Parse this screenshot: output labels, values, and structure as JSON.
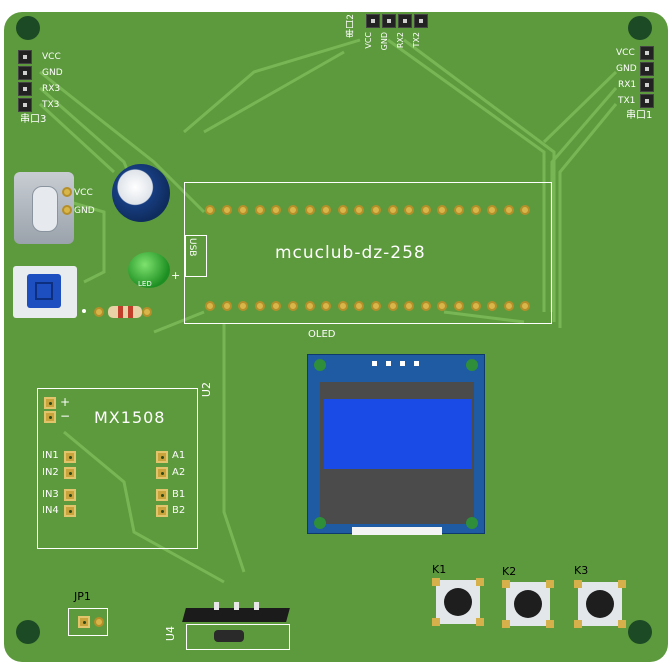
{
  "board": {
    "mcu_label": "mcuclub-dz-258",
    "usb_label": "USB",
    "plus_label": "+",
    "oled_label": "OLED",
    "u2_label": "U2",
    "u4_label": "U4",
    "jp1_label": "JP1",
    "led_label": "LED"
  },
  "uart3": {
    "name": "串口3",
    "pins": [
      "VCC",
      "GND",
      "RX3",
      "TX3"
    ]
  },
  "uart2": {
    "name": "串口2",
    "pins": [
      "VCC",
      "GND",
      "RX2",
      "TX2"
    ]
  },
  "uart1": {
    "name": "串口1",
    "pins": [
      "VCC",
      "GND",
      "RX1",
      "TX1"
    ]
  },
  "usb_c": {
    "pins": [
      "VCC",
      "GND"
    ]
  },
  "mx1508": {
    "title": "MX1508",
    "power_plus": "+",
    "power_minus": "−",
    "inputs": [
      "IN1",
      "IN2",
      "IN3",
      "IN4"
    ],
    "outputs": [
      "A1",
      "A2",
      "B1",
      "B2"
    ]
  },
  "keys": [
    "K1",
    "K2",
    "K3"
  ],
  "colors": {
    "pcb": "#5d9a3d",
    "trace": "#6fae4c",
    "silk": "#ffffff",
    "oled_pcb": "#1e5ba3",
    "oled_screen": "#1b4be6"
  }
}
